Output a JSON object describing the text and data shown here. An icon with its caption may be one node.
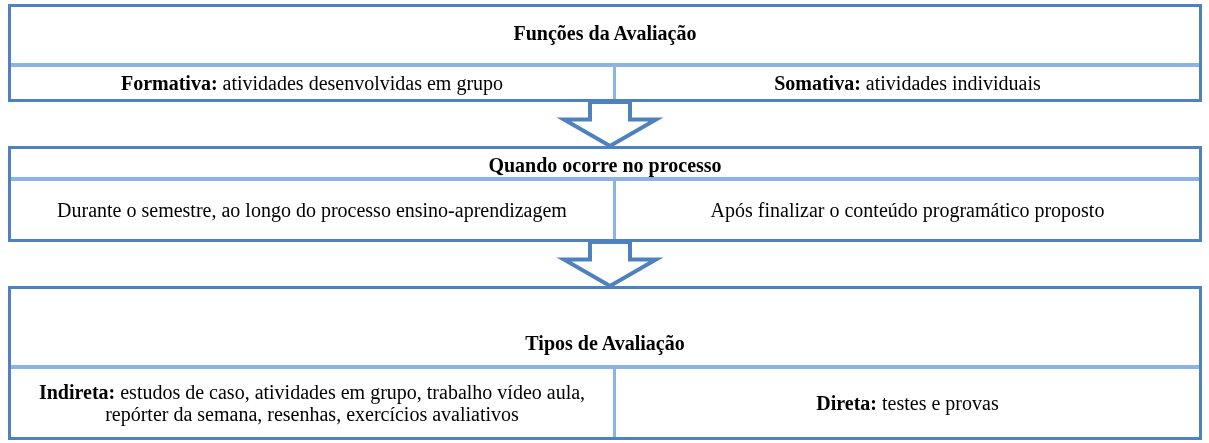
{
  "diagram": {
    "nodes": [
      {
        "text": [
          "Funções da Avaliação"
        ]
      },
      {
        "text": [
          "**Formativa:** atividades desenvolvidas em grupo"
        ],
        "in": 0
      },
      {
        "text": [
          "**Somativa:**  atividades individuais"
        ],
        "in": 0
      },
      {
        "text": [
          "Quando ocorre no processo"
        ]
      },
      {
        "text": [
          "Durante o semestre, ao longo do processo ensino-aprendizagem"
        ],
        "in": 3
      },
      {
        "text": [
          "Após finalizar o conteúdo programático proposto"
        ],
        "in": 3
      },
      {
        "text": [
          "Tipos de Avaliação"
        ]
      },
      {
        "text": [
          "**Indireta:** estudos de caso, atividades em grupo, trabalho vídeo aula, repórter da semana, resenhas, exercícios avaliativos"
        ],
        "in": 6
      },
      {
        "text": [
          "**Direta:** testes e provas"
        ],
        "in": 6
      }
    ],
    "edges": [
      {
        "from": 0,
        "to": 3,
        "arrow": "to"
      },
      {
        "from": 3,
        "to": 6,
        "arrow": "to"
      }
    ]
  }
}
